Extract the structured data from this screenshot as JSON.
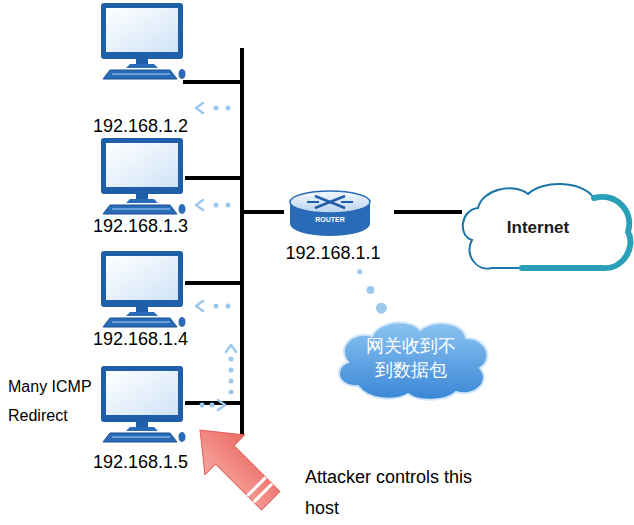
{
  "diagram": {
    "nodes": [
      {
        "text": [
          "192.168.1.2"
        ]
      },
      {
        "text": [
          "192.168.1.3"
        ]
      },
      {
        "text": [
          "192.168.1.4"
        ]
      },
      {
        "text": [
          "192.168.1.5"
        ]
      },
      {
        "text": [
          "ROUTER",
          "192.168.1.1"
        ]
      },
      {
        "text": [
          "Internet"
        ]
      },
      {
        "text": [
          "网关收到不到数据包"
        ]
      }
    ],
    "edges": [
      {
        "from": 4,
        "to": 5,
        "arrow": "none"
      },
      {
        "from": 4,
        "to": 6,
        "arrow": "none"
      }
    ],
    "labels": [
      "Many ICMP Redirect",
      "Attacker controls this host"
    ]
  }
}
